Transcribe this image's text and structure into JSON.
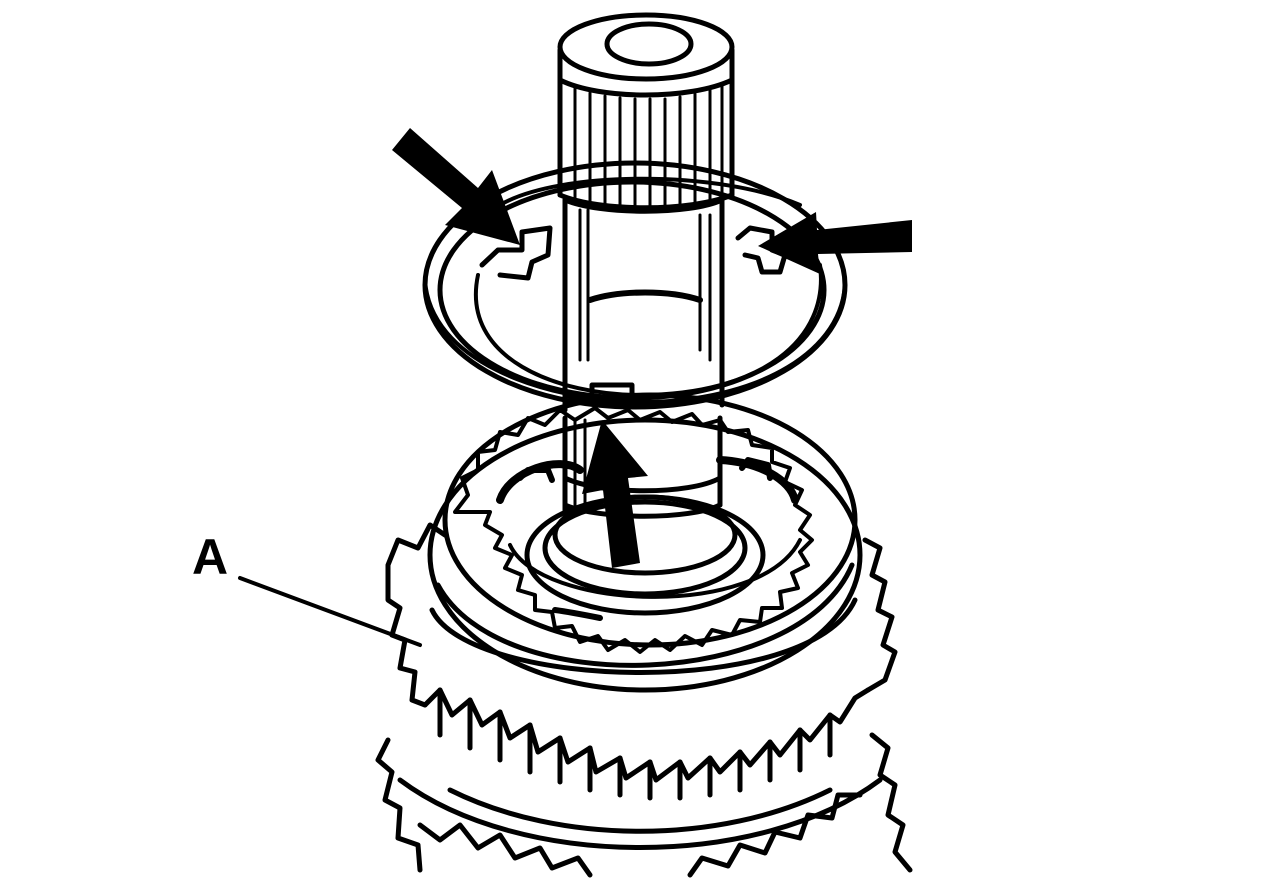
{
  "labels": {
    "part_a": "A"
  },
  "arrows": [
    {
      "name": "arrow-upper-left",
      "points_to": "ring-tab-left"
    },
    {
      "name": "arrow-right",
      "points_to": "ring-tab-right"
    },
    {
      "name": "arrow-up",
      "points_to": "shaft-slot"
    }
  ],
  "colors": {
    "ink": "#000000",
    "paper": "#ffffff"
  }
}
